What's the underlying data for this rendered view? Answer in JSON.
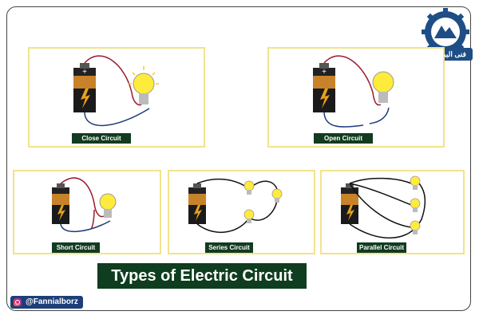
{
  "title": "Types of Electric Circuit",
  "logo": {
    "text": "فنی البرز کرج"
  },
  "social": {
    "handle": "@Fannialborz"
  },
  "circuits": [
    {
      "label": "Close Circuit"
    },
    {
      "label": "Open Circuit"
    },
    {
      "label": "Short Circuit"
    },
    {
      "label": "Series Circuit"
    },
    {
      "label": "Parallel Circuit"
    }
  ],
  "colors": {
    "label_bg": "#123b20",
    "panel_border": "#f2e38a",
    "bulb": "#ffeb3b",
    "wire_red": "#9b1b2c",
    "wire_blue": "#1f3a7a"
  }
}
